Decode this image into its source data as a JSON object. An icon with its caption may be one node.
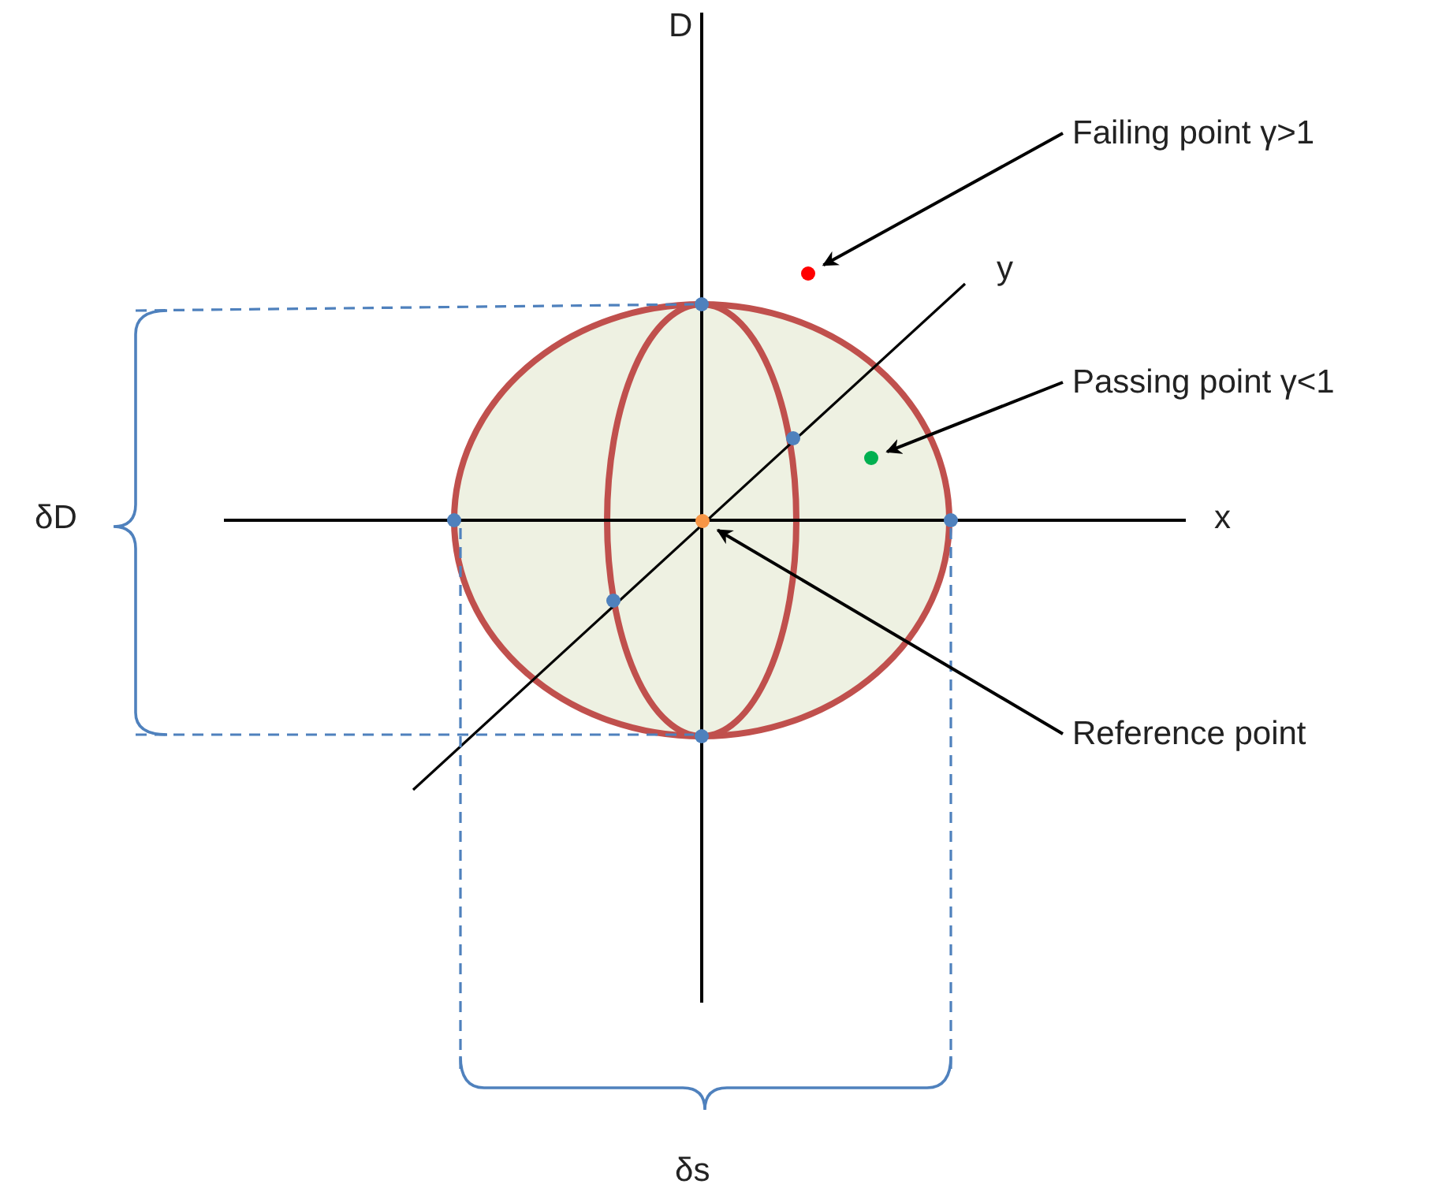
{
  "diagram": {
    "nodes": [
      {
        "text": [
          "Failing point γ>1"
        ]
      },
      {
        "text": [],
        "shape": "circle"
      },
      {
        "text": [
          "Passing point γ<1"
        ]
      },
      {
        "text": [],
        "shape": "circle"
      },
      {
        "text": [
          "Reference point"
        ]
      },
      {
        "text": [],
        "shape": "circle"
      }
    ],
    "edges": [
      {
        "from": 0,
        "to": 1,
        "arrow": "to"
      },
      {
        "from": 2,
        "to": 3,
        "arrow": "to"
      },
      {
        "from": 4,
        "to": 5,
        "arrow": "to"
      }
    ],
    "labels": [
      "D",
      "y",
      "x",
      "δD",
      "δs"
    ]
  }
}
